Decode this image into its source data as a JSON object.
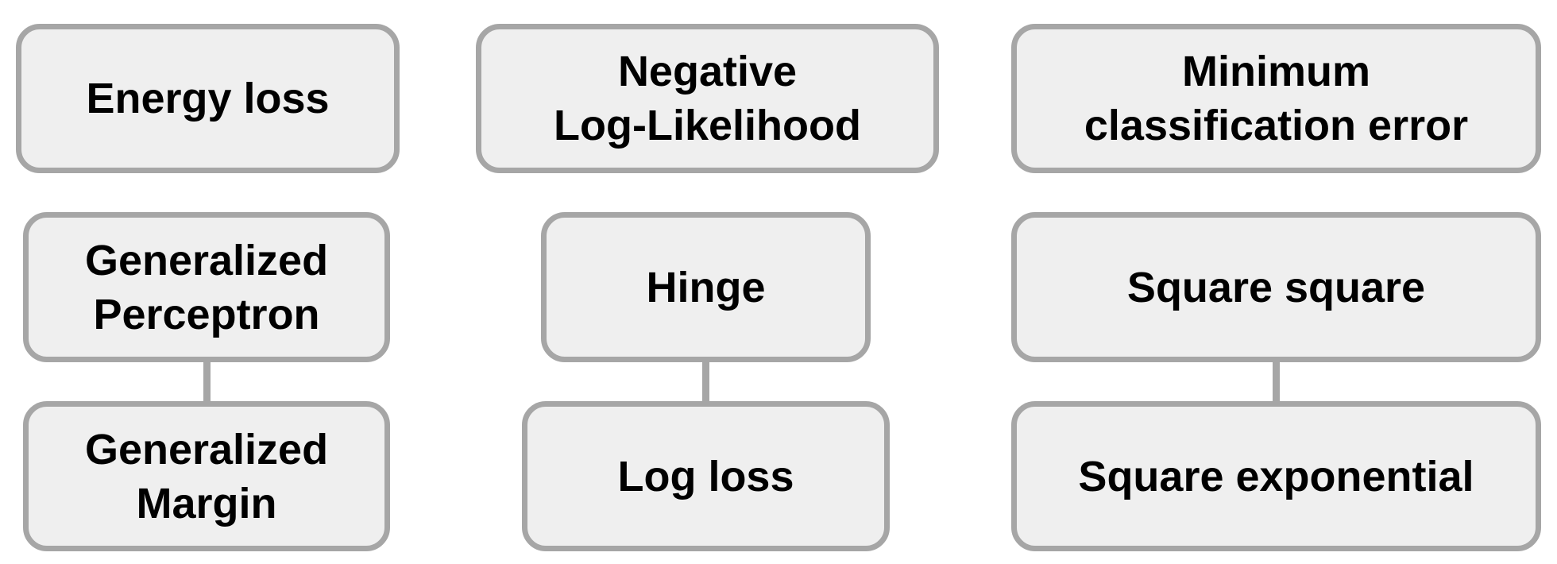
{
  "top_row": {
    "energy_loss": "Energy loss",
    "negative_log_likelihood": "Negative\nLog-Likelihood",
    "minimum_classification_error": "Minimum\nclassification error"
  },
  "middle_row": {
    "generalized_perceptron": "Generalized\nPerceptron",
    "hinge": "Hinge",
    "square_square": "Square square"
  },
  "bottom_row": {
    "generalized_margin": "Generalized\nMargin",
    "log_loss": "Log loss",
    "square_exponential": "Square exponential"
  },
  "colors": {
    "box_fill": "#efefef",
    "box_border": "#a6a6a6",
    "text": "#000000"
  }
}
